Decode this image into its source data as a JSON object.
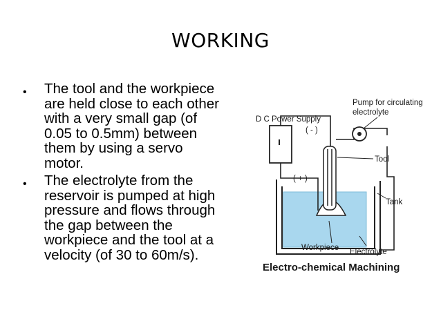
{
  "slide": {
    "title": "WORKING",
    "bullets": [
      {
        "lines": [
          "The tool and the workpiece",
          "are held close to each other",
          "with a very small gap (of",
          "0.05 to 0.5mm) between",
          "them by using a servo",
          "motor."
        ]
      },
      {
        "lines": [
          "The electrolyte from the",
          "reservoir is pumped at high",
          "pressure and flows through",
          "the gap between the",
          "workpiece and the tool at a",
          "velocity (of 30 to 60m/s)."
        ]
      }
    ],
    "bullet_symbol": "•"
  },
  "diagram": {
    "labels": {
      "pump_line1": "Pump for circulating",
      "pump_line2": "electrolyte",
      "power": "D C Power Supply",
      "minus": "( - )",
      "plus": "( + )",
      "tool": "Tool",
      "tank": "Tank",
      "workpiece": "Workpiece",
      "electrolyte": "Electrolyte"
    },
    "caption": "Electro-chemical Machining",
    "colors": {
      "electrolyte": "#a9d7ee",
      "line": "#222222"
    }
  }
}
